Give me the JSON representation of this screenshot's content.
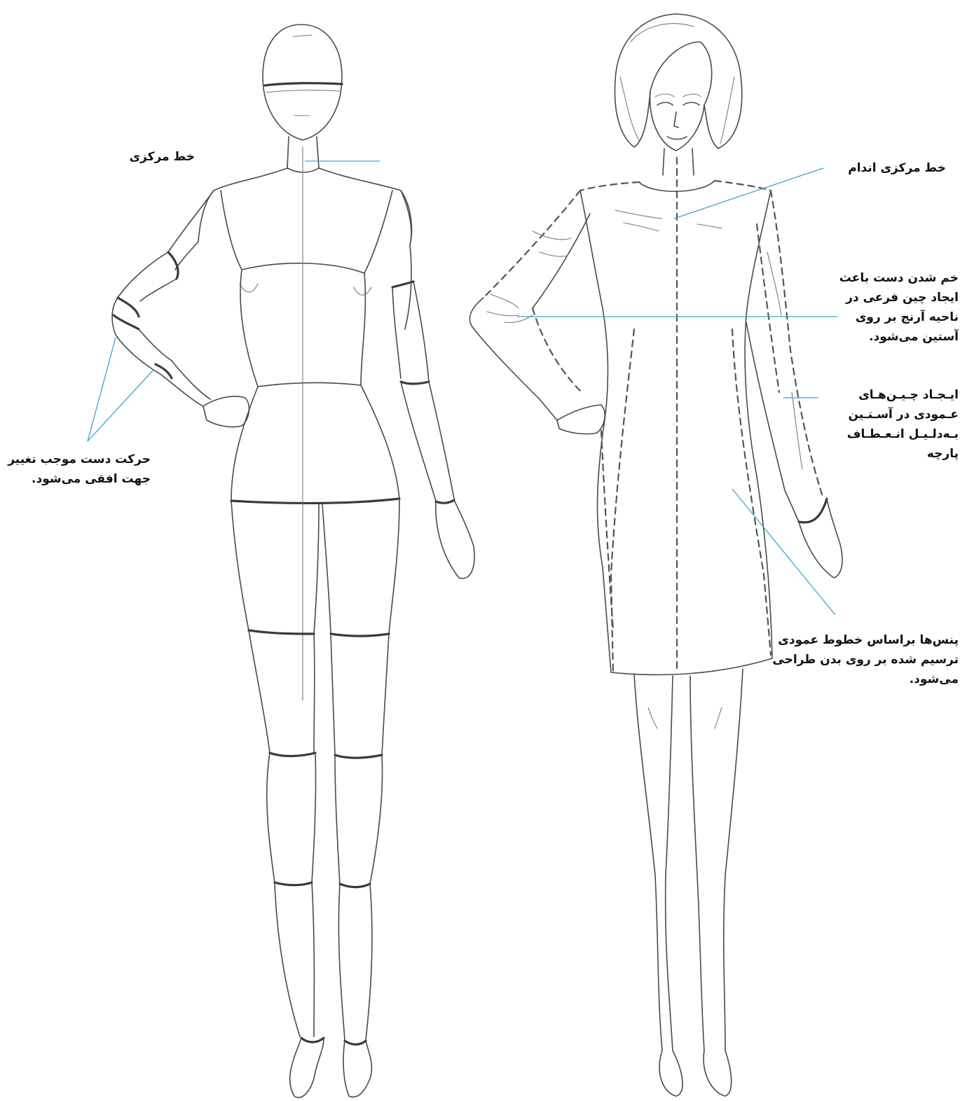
{
  "colors": {
    "leader": "#3aa6cf",
    "sketch": "#4a4a4a"
  },
  "labels": {
    "center_line": [
      "خط مرکزی"
    ],
    "arm_motion": [
      "حرکت دست موجب تغییر",
      "جهت افقی می‌شود."
    ],
    "body_center_line": [
      "خط مرکزی اندام"
    ],
    "elbow_bend": [
      "خم شدن دست باعث",
      "ایجاد چین فرعی در",
      "ناحیه آرنج بر روی",
      "آستین می‌شود."
    ],
    "vertical_folds": [
      "ایـجـاد چـیـن‌هـای",
      "عـمودی در آسـتـین",
      "بـه‌دلـیـل انـعـطـاف",
      "پارچه"
    ],
    "darts": [
      "پنس‌ها براساس خطوط عمودی",
      "ترسیم شده بر روی بدن طراحی",
      "می‌شود."
    ]
  }
}
